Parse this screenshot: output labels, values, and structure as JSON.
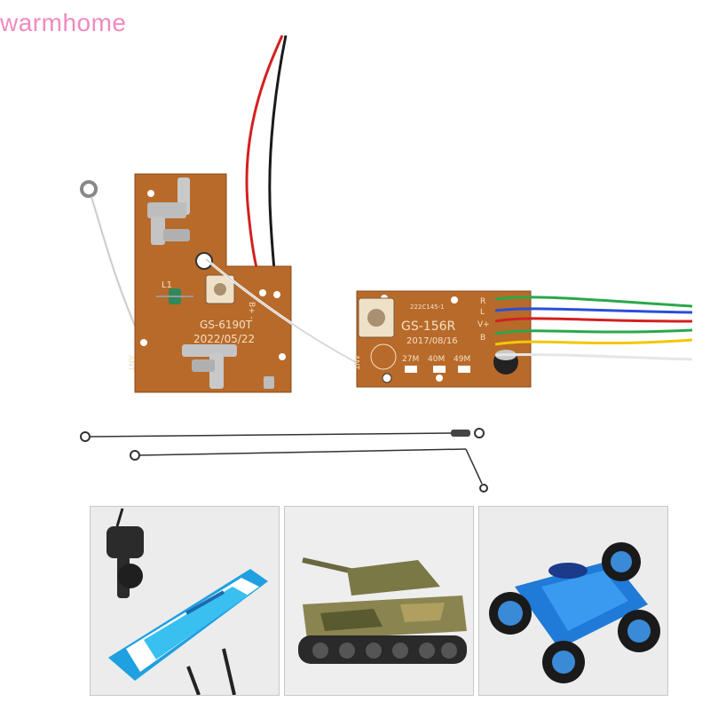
{
  "watermark": "warmhome",
  "transmitter_board": {
    "model": "GS-6190T",
    "date": "2022/05/22",
    "inductor_label": "L1",
    "antenna_label": "ANT",
    "power_label": "B+ -"
  },
  "receiver_board": {
    "model": "GS-156R",
    "date": "2017/08/16",
    "part_number": "222C145-1",
    "frequencies": [
      "27M",
      "40M",
      "49M"
    ],
    "pin_labels": [
      "R",
      "L",
      "V+",
      "B"
    ],
    "antenna_label": "ANT"
  },
  "wire_colors": {
    "red": "#d42020",
    "black": "#1a1a1a",
    "green": "#2aa84a",
    "blue": "#2a4fd8",
    "yellow": "#f0c800",
    "white": "#f4f4f4"
  },
  "product_images": [
    {
      "icon": "rc-boat-with-remote-icon"
    },
    {
      "icon": "rc-tank-icon"
    },
    {
      "icon": "rc-stunt-car-icon"
    }
  ]
}
